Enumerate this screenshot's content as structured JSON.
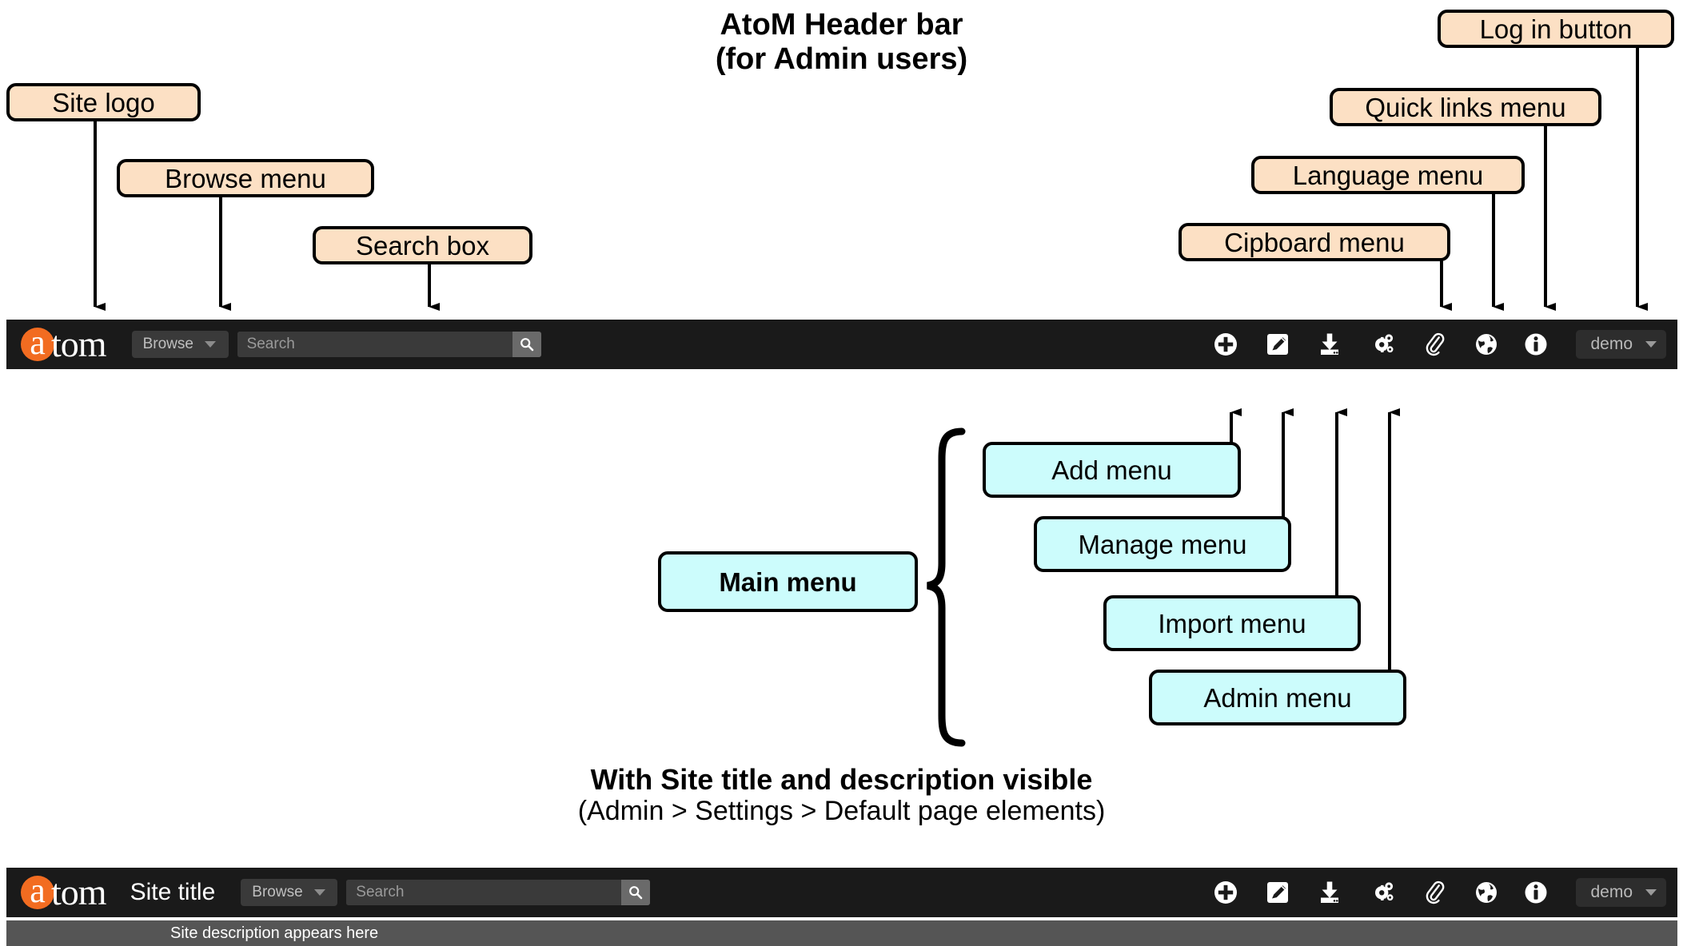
{
  "title": {
    "line1": "AtoM Header bar",
    "line2": "(for Admin users)"
  },
  "subtitle": {
    "line1": "With Site title and description visible",
    "line2": "(Admin > Settings > Default page elements)"
  },
  "colors": {
    "callout_peach": "#fce0c4",
    "callout_cyan": "#ccfcfc",
    "bar_background": "#1a1a1a",
    "logo_orange": "#f26c21",
    "description_strip": "#555555"
  },
  "callouts": {
    "peach": [
      {
        "label": "Site logo"
      },
      {
        "label": "Browse menu"
      },
      {
        "label": "Search box"
      },
      {
        "label": "Cipboard menu"
      },
      {
        "label": "Language menu"
      },
      {
        "label": "Quick links menu"
      },
      {
        "label": "Log in button"
      }
    ],
    "cyan": [
      {
        "label": "Main menu"
      },
      {
        "label": "Add menu"
      },
      {
        "label": "Manage menu"
      },
      {
        "label": "Import menu"
      },
      {
        "label": "Admin menu"
      }
    ]
  },
  "header_bar": {
    "logo_disc_letter": "a",
    "logo_rest": "tom",
    "browse_label": "Browse",
    "search_placeholder": "Search",
    "search_icon": "search-icon",
    "user_label": "demo",
    "icons": [
      {
        "name": "add-icon",
        "title": "Add menu"
      },
      {
        "name": "manage-icon",
        "title": "Manage menu"
      },
      {
        "name": "import-icon",
        "title": "Import menu"
      },
      {
        "name": "admin-icon",
        "title": "Admin menu"
      },
      {
        "name": "clipboard-icon",
        "title": "Clipboard menu"
      },
      {
        "name": "language-icon",
        "title": "Language menu"
      },
      {
        "name": "quick-links-icon",
        "title": "Quick links menu"
      }
    ]
  },
  "bottom_bar": {
    "logo_disc_letter": "a",
    "logo_rest": "tom",
    "site_title": "Site title",
    "browse_label": "Browse",
    "search_placeholder": "Search",
    "user_label": "demo",
    "site_description": "Site description appears here"
  }
}
